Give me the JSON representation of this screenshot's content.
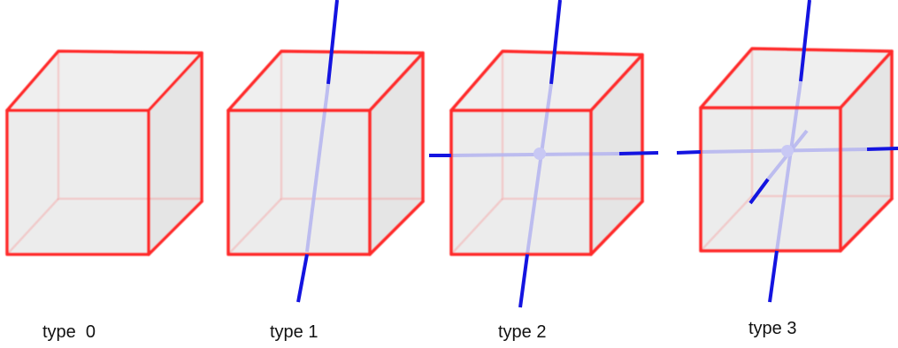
{
  "colors": {
    "cube_edge": "#ff2a2a",
    "cube_fill": "#dcdcdc",
    "axis": "#1414e0",
    "axis_inside": "#b4b4f0"
  },
  "cubes": [
    {
      "label": "type  0",
      "axes": 0
    },
    {
      "label": "type 1",
      "axes": 1
    },
    {
      "label": "type 2",
      "axes": 2
    },
    {
      "label": "type 3",
      "axes": 3
    }
  ]
}
